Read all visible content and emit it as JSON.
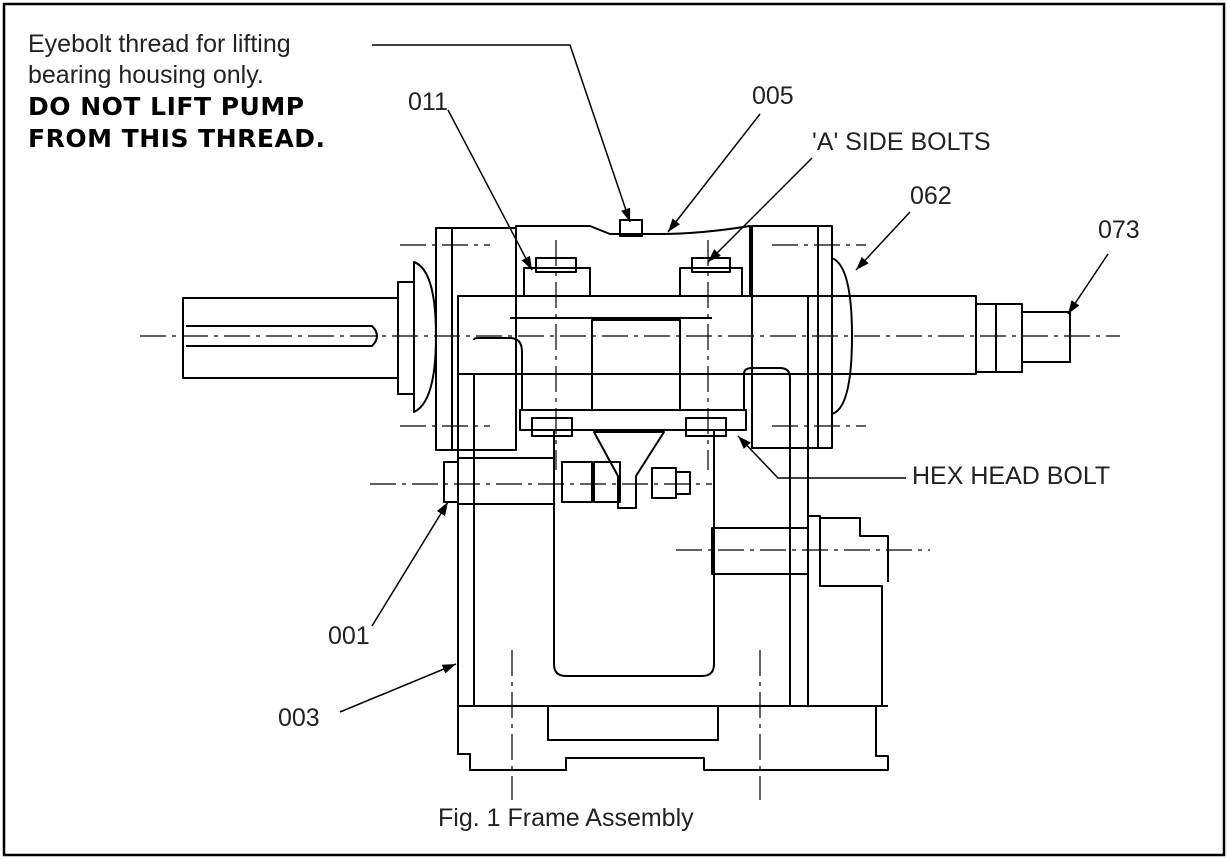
{
  "note": {
    "line1": "Eyebolt thread for lifting",
    "line2": "bearing housing only.",
    "warning1": "DO NOT LIFT PUMP",
    "warning2": "FROM THIS THREAD."
  },
  "callouts": {
    "c011": "011",
    "c005": "005",
    "a_side_bolts": "'A' SIDE BOLTS",
    "c062": "062",
    "c073": "073",
    "hex_head_bolt": "HEX HEAD BOLT",
    "c001": "001",
    "c003": "003"
  },
  "caption": "Fig. 1  Frame Assembly"
}
